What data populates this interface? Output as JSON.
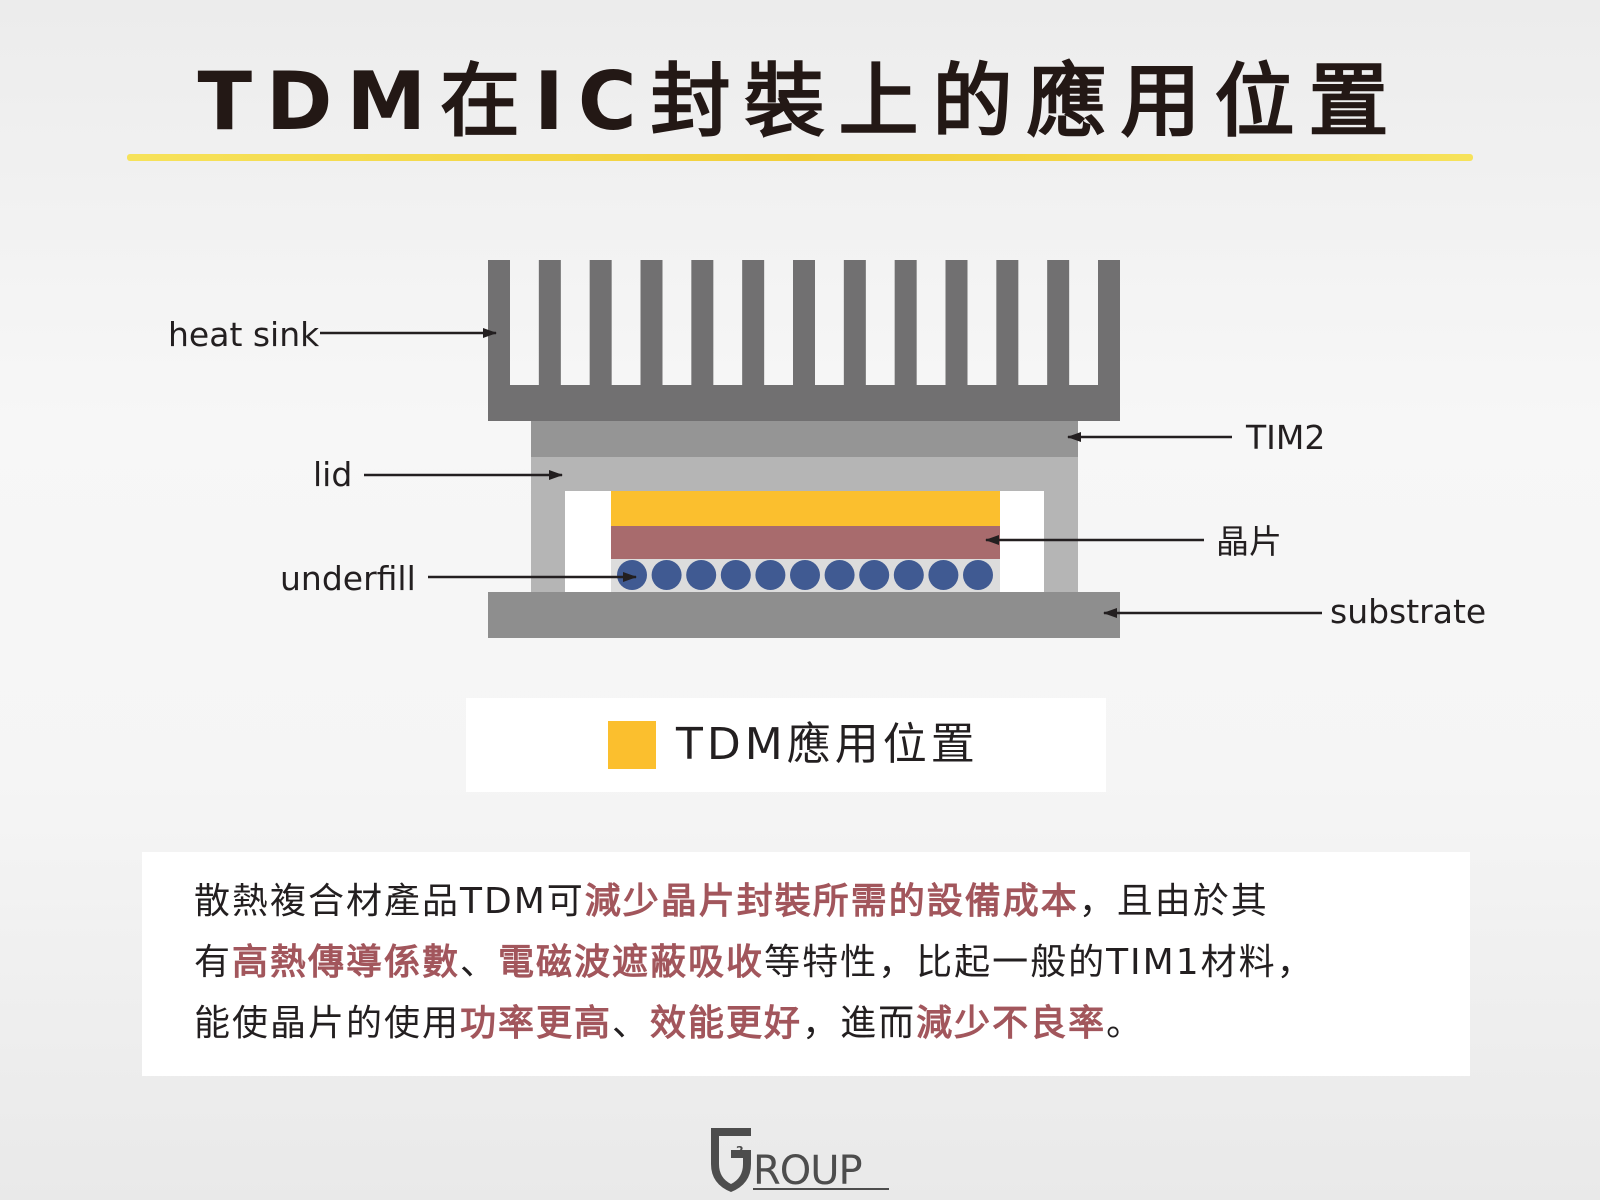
{
  "title": "TDM在IC封裝上的應用位置",
  "colors": {
    "title_rule": "#f2cf3a",
    "heat_sink": "#717071",
    "tim2": "#959595",
    "lid": "#b5b5b5",
    "tdm_layer": "#fbbf2e",
    "chip": "#a86b6d",
    "solder_ball": "#405a92",
    "substrate": "#8e8e8e",
    "highlight_text": "#a2565c"
  },
  "labels": {
    "heat_sink": "heat sink",
    "tim2": "TIM2",
    "lid": "lid",
    "chip": "晶片",
    "underfill": "underfill",
    "substrate": "substrate"
  },
  "diagram": {
    "heat_sink_fin_count": 13,
    "solder_ball_count": 11
  },
  "legend": {
    "label": "TDM應用位置"
  },
  "description": {
    "line1": [
      {
        "text": "散熱複合材產品TDM可",
        "highlight": false
      },
      {
        "text": "減少晶片封裝所需的設備成本",
        "highlight": true
      },
      {
        "text": "，且由於其",
        "highlight": false
      }
    ],
    "line2": [
      {
        "text": "有",
        "highlight": false
      },
      {
        "text": "高熱傳導係數",
        "highlight": true
      },
      {
        "text": "、",
        "highlight": false
      },
      {
        "text": "電磁波遮蔽吸收",
        "highlight": true
      },
      {
        "text": "等特性，比起一般的TIM1材料，",
        "highlight": false
      }
    ],
    "line3": [
      {
        "text": "能使晶片的使用",
        "highlight": false
      },
      {
        "text": "功率更高",
        "highlight": true
      },
      {
        "text": "、",
        "highlight": false
      },
      {
        "text": "效能更好",
        "highlight": true
      },
      {
        "text": "，進而",
        "highlight": false
      },
      {
        "text": "減少不良率",
        "highlight": true
      },
      {
        "text": "。",
        "highlight": false
      }
    ]
  },
  "logo": {
    "text": "ROUP",
    "icon": "g-shield-logo-icon"
  }
}
